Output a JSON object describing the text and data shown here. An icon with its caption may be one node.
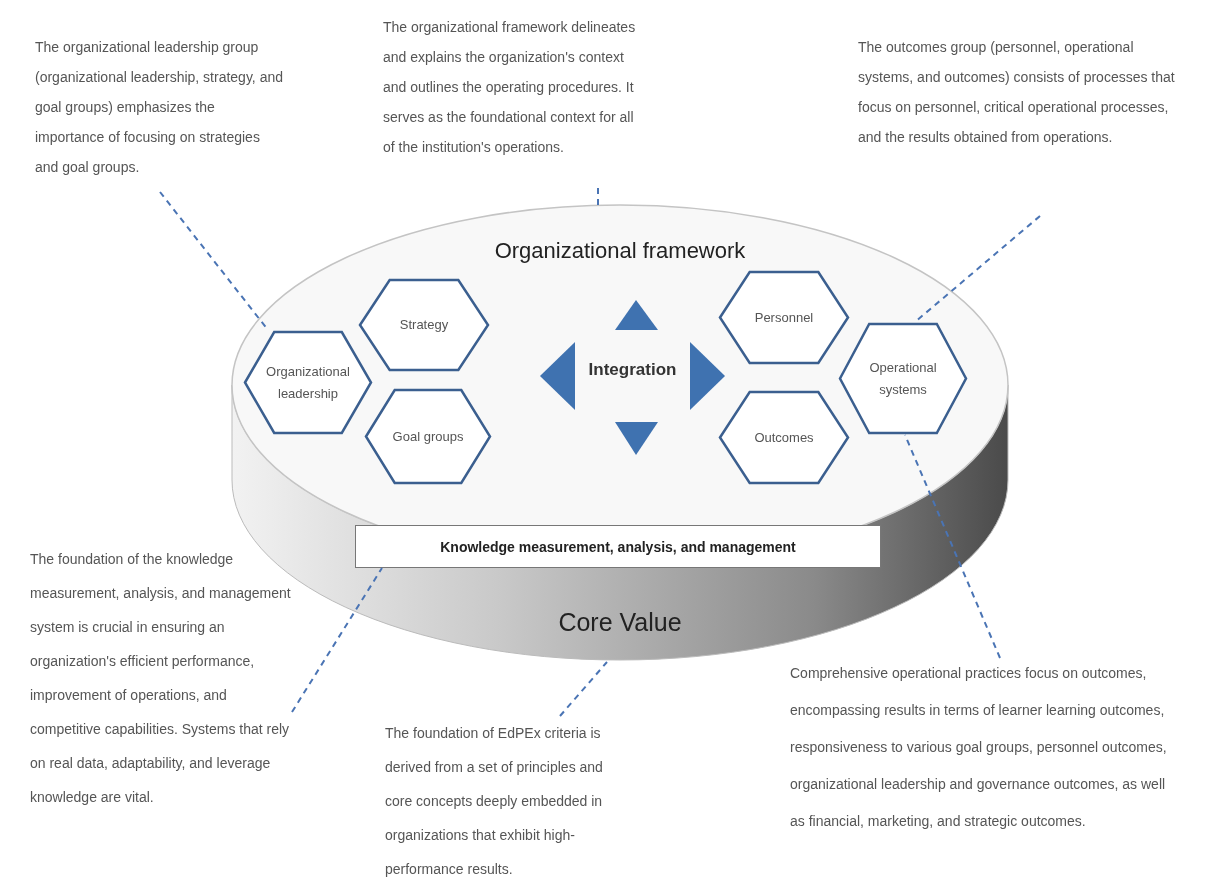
{
  "diagram": {
    "nodes": [
      {
        "text": [
          "The organizational leadership group (organizational leadership, strategy, and goal groups) emphasizes the importance of focusing on strategies and goal groups."
        ]
      },
      {
        "text": [
          "The organizational framework delineates and explains the organization's context and outlines the operating procedures. It serves as the foundational context for all of the institution's operations."
        ]
      },
      {
        "text": [
          "The outcomes group (personnel, operational systems, and outcomes) consists of processes that focus on personnel, critical operational processes, and the results obtained from operations."
        ]
      },
      {
        "text": [
          "Organizational framework",
          "Core Value"
        ]
      },
      {
        "text": [
          "Organizational leadership"
        ],
        "in": 3
      },
      {
        "text": [
          "Strategy"
        ],
        "in": 3
      },
      {
        "text": [
          "Goal groups"
        ],
        "in": 3
      },
      {
        "text": [
          "Personnel"
        ],
        "in": 3
      },
      {
        "text": [
          "Outcomes"
        ],
        "in": 3
      },
      {
        "text": [
          "Operational systems"
        ],
        "in": 3
      },
      {
        "text": [
          "Knowledge measurement, analysis, and management"
        ],
        "in": 3
      },
      {
        "text": [
          "The foundation of the knowledge measurement, analysis, and management system is crucial in ensuring an organization's efficient performance, improvement of operations, and competitive capabilities. Systems that rely on real data, adaptability, and leverage knowledge are vital."
        ]
      },
      {
        "text": [
          "The foundation of EdPEx criteria is derived from a set of principles and core concepts deeply embedded in organizations that exhibit high-performance results."
        ]
      },
      {
        "text": [
          "Comprehensive operational practices focus on outcomes, encompassing results in terms of learner learning outcomes, responsiveness to various goal groups, personnel outcomes, organizational leadership and governance outcomes, as well as financial, marketing, and strategic outcomes."
        ]
      }
    ],
    "edges": [
      {
        "from": 0,
        "to": 4,
        "arrow": "none",
        "style": "dashed"
      },
      {
        "from": 1,
        "to": 3,
        "arrow": "none",
        "style": "dashed"
      },
      {
        "from": 2,
        "to": 9,
        "arrow": "none",
        "style": "dashed"
      },
      {
        "from": 11,
        "to": 10,
        "arrow": "none",
        "style": "dashed"
      },
      {
        "from": 12,
        "to": 3,
        "arrow": "none",
        "style": "dashed"
      },
      {
        "from": 13,
        "to": 9,
        "arrow": "none",
        "style": "dashed"
      }
    ],
    "labels": [
      "Integration"
    ]
  }
}
